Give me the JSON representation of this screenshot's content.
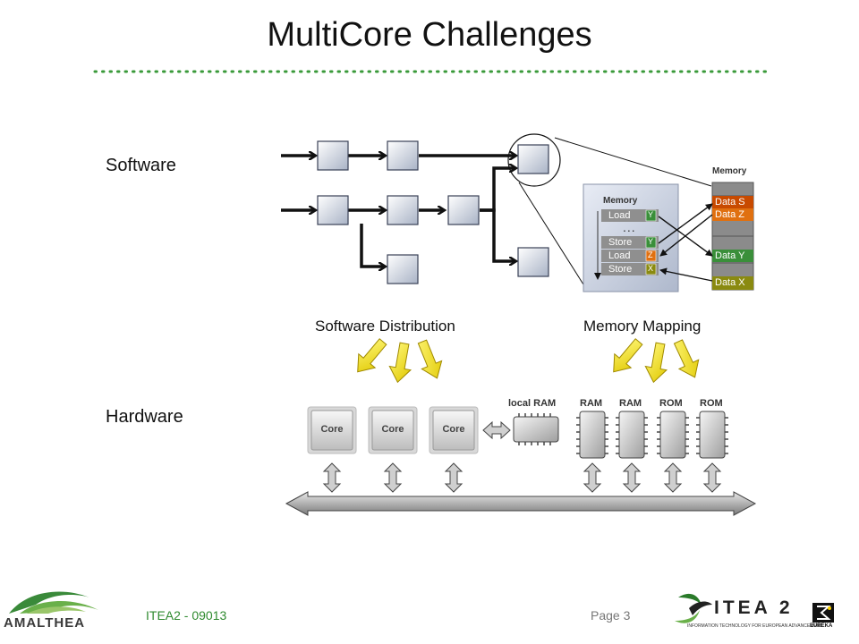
{
  "title": "MultiCore Challenges",
  "sections": {
    "software": "Software",
    "hardware": "Hardware"
  },
  "labels": {
    "distribution": "Software Distribution",
    "mapping": "Memory Mapping"
  },
  "process_memory": {
    "title": "Memory",
    "rows": [
      {
        "op": "Load",
        "tag": "Y"
      },
      {
        "op": "Store",
        "tag": "Y"
      },
      {
        "op": "Load",
        "tag": "Z"
      },
      {
        "op": "Store",
        "tag": "X"
      }
    ],
    "ellipsis": "..."
  },
  "memory_column": {
    "title": "Memory",
    "data_s": "Data S",
    "data_z": "Data Z",
    "data_y": "Data Y",
    "data_x": "Data X"
  },
  "hardware": {
    "cores": [
      "Core",
      "Core",
      "Core"
    ],
    "memories": [
      "local RAM",
      "RAM",
      "RAM",
      "ROM",
      "ROM"
    ]
  },
  "footer": {
    "project_id": "ITEA2 - 09013",
    "page": "Page 3",
    "amalthea_logo_text": "AMALTHEA",
    "itea_logo_text": "ITEA 2",
    "itea_tagline": "INFORMATION TECHNOLOGY FOR EUROPEAN ADVANCEMENT",
    "eureka_text": "EUREKA"
  },
  "colors": {
    "accent_green": "#3a9a3a",
    "tag_green": "#3a8f3a",
    "tag_orange": "#e07010",
    "tag_olive": "#8a8a10",
    "data_s": "#c84a00",
    "data_z": "#e07010",
    "data_y": "#3a8f3a",
    "data_x": "#8a8a10"
  }
}
